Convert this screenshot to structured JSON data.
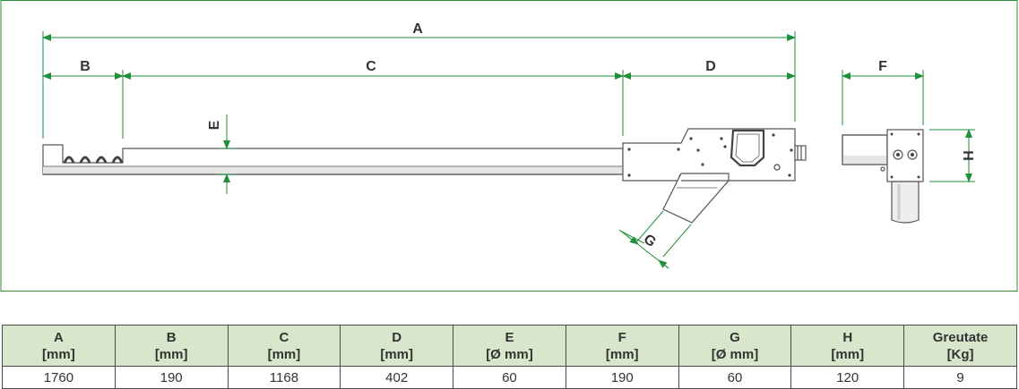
{
  "diagram": {
    "labels": {
      "A": "A",
      "B": "B",
      "C": "C",
      "D": "D",
      "E": "E",
      "F": "F",
      "G": "G",
      "H": "H"
    },
    "colors": {
      "dimension_line": "#1f8f3a",
      "frame_border": "#2f8a3a",
      "outline": "#555555",
      "table_header_bg": "#d8e6cc"
    }
  },
  "table": {
    "columns": [
      {
        "key": "A",
        "name": "A",
        "unit": "[mm]",
        "value": "1760"
      },
      {
        "key": "B",
        "name": "B",
        "unit": "[mm]",
        "value": "190"
      },
      {
        "key": "C",
        "name": "C",
        "unit": "[mm]",
        "value": "1168"
      },
      {
        "key": "D",
        "name": "D",
        "unit": "[mm]",
        "value": "402"
      },
      {
        "key": "E",
        "name": "E",
        "unit": "[Ø mm]",
        "value": "60"
      },
      {
        "key": "F",
        "name": "F",
        "unit": "[mm]",
        "value": "190"
      },
      {
        "key": "G",
        "name": "G",
        "unit": "[Ø mm]",
        "value": "60"
      },
      {
        "key": "H",
        "name": "H",
        "unit": "[mm]",
        "value": "120"
      },
      {
        "key": "weight",
        "name": "Greutate",
        "unit": "[Kg]",
        "value": "9"
      }
    ]
  }
}
